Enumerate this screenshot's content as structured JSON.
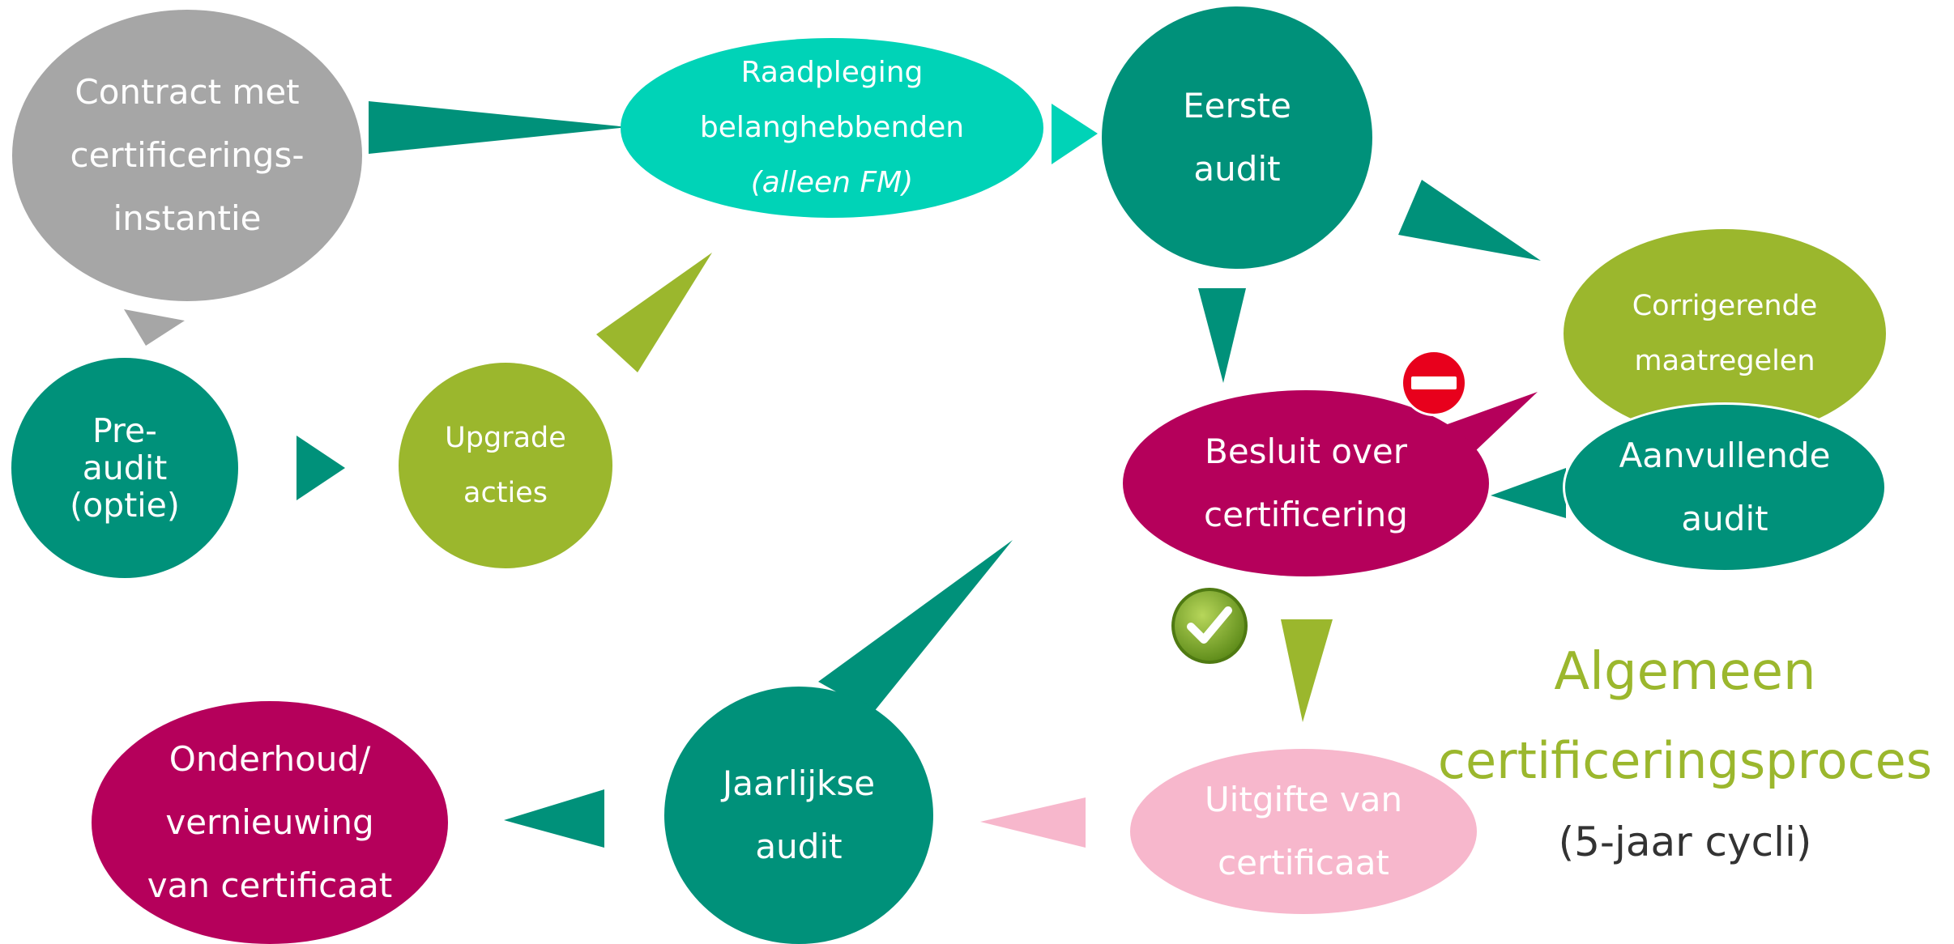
{
  "colors": {
    "teal": "#00917a",
    "aqua": "#00d3b7",
    "gray": "#a6a6a6",
    "olive": "#9bb72d",
    "crimson": "#b5005b",
    "pink": "#f7b7cc",
    "red": "#e8001c",
    "title": "#9bb72d",
    "subtitle": "#333333"
  },
  "nodes": {
    "contract": {
      "lines": [
        "Contract met",
        "certificerings-",
        "instantie"
      ]
    },
    "raadpleging": {
      "lines": [
        "Raadpleging",
        "belanghebbenden",
        "(alleen FM)"
      ]
    },
    "eerste_audit": {
      "lines": [
        "Eerste",
        "audit"
      ]
    },
    "pre_audit": {
      "lines": [
        "Pre-",
        "audit",
        "(optie)"
      ]
    },
    "upgrade": {
      "lines": [
        "Upgrade",
        "acties"
      ]
    },
    "besluit": {
      "lines": [
        "Besluit over",
        "certificering"
      ]
    },
    "corrigerende": {
      "lines": [
        "Corrigerende",
        "maatregelen"
      ]
    },
    "aanvullende": {
      "lines": [
        "Aanvullende",
        "audit"
      ]
    },
    "onderhoud": {
      "lines": [
        "Onderhoud/",
        "vernieuwing",
        "van certificaat"
      ]
    },
    "jaarlijkse": {
      "lines": [
        "Jaarlijkse",
        "audit"
      ]
    },
    "uitgifte": {
      "lines": [
        "Uitgifte van",
        "certificaat"
      ]
    }
  },
  "title": {
    "line1": "Algemeen",
    "line2": "certificeringsproces",
    "subtitle": "(5-jaar cycli)"
  },
  "icons": {
    "approved": "check-circle-icon",
    "rejected": "no-entry-icon"
  }
}
